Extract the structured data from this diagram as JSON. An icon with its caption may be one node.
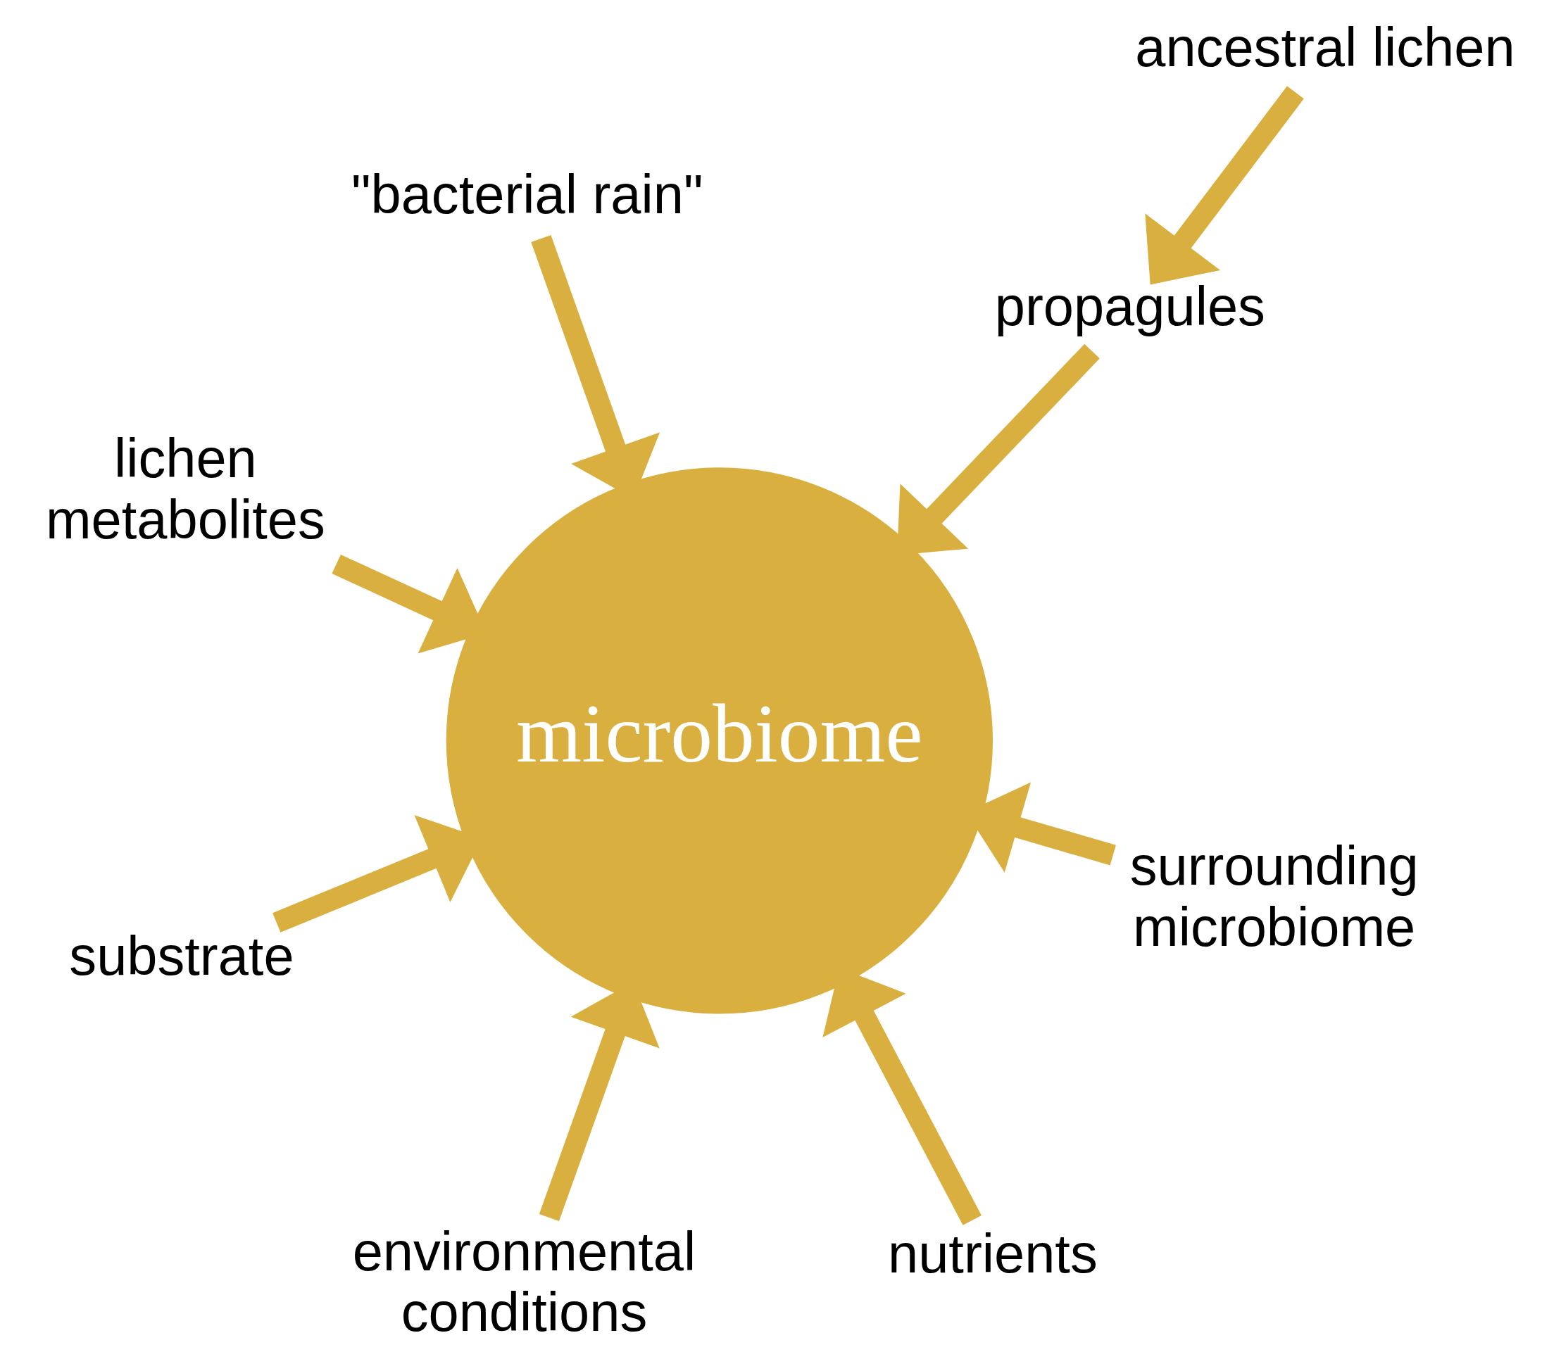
{
  "diagram": {
    "nodes": [
      {
        "text": [
          "ancestral lichen"
        ]
      },
      {
        "text": [
          "propagules"
        ]
      },
      {
        "text": [
          "nutrients"
        ]
      },
      {
        "text": [
          "\"bacterial rain\""
        ]
      },
      {
        "text": [
          "microbiome"
        ]
      },
      {
        "text": [
          "lichen metabolites"
        ]
      },
      {
        "text": [
          "substrate"
        ]
      },
      {
        "text": [
          "surrounding microbiome"
        ]
      },
      {
        "text": [
          "environmental conditions"
        ]
      }
    ],
    "edges": [
      {
        "from": 0,
        "to": 1,
        "arrow": "to"
      },
      {
        "from": 1,
        "to": 4,
        "arrow": "to"
      },
      {
        "from": 2,
        "to": 4,
        "arrow": "to"
      },
      {
        "from": 3,
        "to": 4,
        "arrow": "to"
      },
      {
        "from": 5,
        "to": 4,
        "arrow": "to"
      },
      {
        "from": 6,
        "to": 4,
        "arrow": "to"
      },
      {
        "from": 7,
        "to": 4,
        "arrow": "to"
      },
      {
        "from": 8,
        "to": 4,
        "arrow": "to"
      }
    ]
  }
}
